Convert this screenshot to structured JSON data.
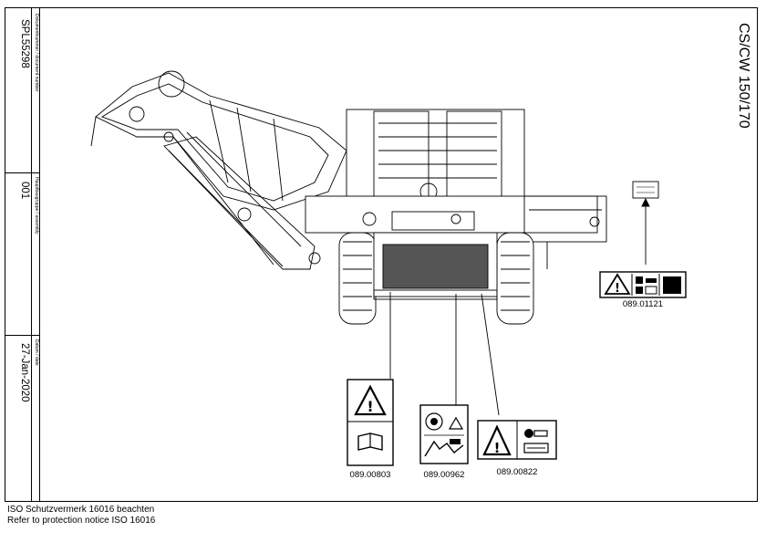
{
  "title_block": {
    "doc_number_label": "Dokumentnummer / document number",
    "doc_number": "SPL55298",
    "assembly_label": "Hauptbaugruppe / assembly",
    "assembly": "001",
    "date_label": "Datum / date",
    "date": "27-Jan-2020"
  },
  "model": "CS/CW 150/170",
  "labels": [
    {
      "part_no": "089.01121"
    },
    {
      "part_no": "089.00803"
    },
    {
      "part_no": "089.00962"
    },
    {
      "part_no": "089.00822"
    }
  ],
  "footer": {
    "line_de": "ISO Schutzvermerk 16016 beachten",
    "line_en": "Refer to protection notice ISO 16016"
  }
}
